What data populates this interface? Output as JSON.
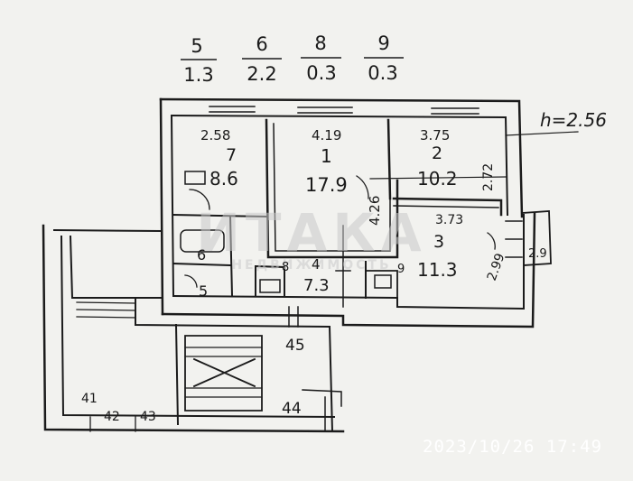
{
  "legend": {
    "rooms": [
      {
        "room": "5",
        "area": "1.3"
      },
      {
        "room": "6",
        "area": "2.2"
      },
      {
        "room": "8",
        "area": "0.3"
      },
      {
        "room": "9",
        "area": "0.3"
      }
    ]
  },
  "height_label": "h=2.56",
  "rooms": [
    {
      "no": "7",
      "area": "8.6",
      "width": "2.58"
    },
    {
      "no": "1",
      "area": "17.9",
      "width": "4.19",
      "depth": "4.26"
    },
    {
      "no": "2",
      "area": "10.2",
      "width": "3.75",
      "depth": "2.72"
    },
    {
      "no": "3",
      "area": "11.3",
      "width": "3.73",
      "depth": "2.99"
    },
    {
      "no": "4",
      "area": "7.3"
    },
    {
      "no": "5"
    },
    {
      "no": "6"
    },
    {
      "no": "8"
    },
    {
      "no": "9"
    }
  ],
  "stair_labels": [
    "45",
    "44",
    "41",
    "42",
    "43"
  ],
  "side_label": "2.9",
  "watermark": {
    "main": "ИТАКА",
    "sub": "НЕДВИЖИМОСТЬ"
  },
  "timestamp": "2023/10/26 17:49"
}
